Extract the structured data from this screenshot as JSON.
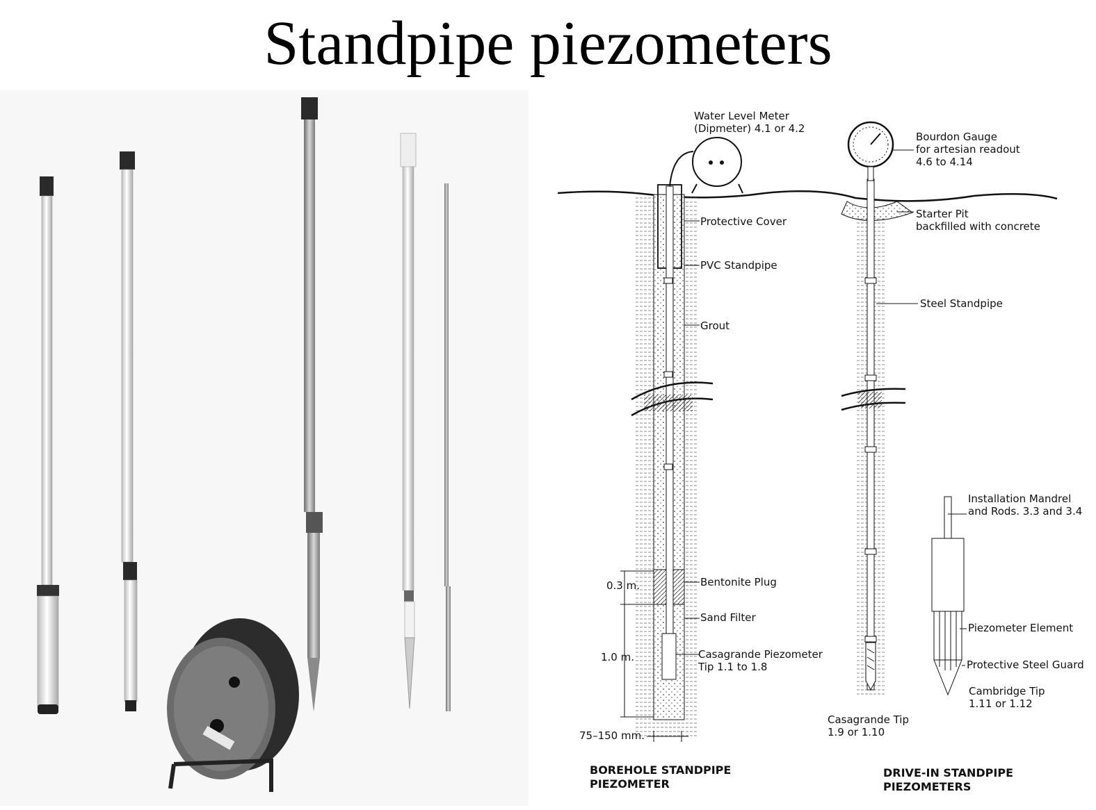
{
  "title": "Standpipe piezometers",
  "borehole": {
    "labels": {
      "water_meter_1": "Water Level Meter",
      "water_meter_2": "(Dipmeter) 4.1 or 4.2",
      "protective_cover": "Protective Cover",
      "pvc_standpipe": "PVC Standpipe",
      "grout": "Grout",
      "bentonite_plug": "Bentonite Plug",
      "sand_filter": "Sand Filter",
      "casagrande_1": "Casagrande Piezometer",
      "casagrande_2": "Tip 1.1 to 1.8",
      "dim_plug": "0.3 m.",
      "dim_filter": "1.0 m.",
      "dim_diameter": "75–150 mm."
    },
    "caption_1": "BOREHOLE STANDPIPE",
    "caption_2": "PIEZOMETER"
  },
  "drivein": {
    "labels": {
      "gauge_1": "Bourdon Gauge",
      "gauge_2": "for artesian readout",
      "gauge_3": "4.6 to 4.14",
      "starter_1": "Starter Pit",
      "starter_2": "backfilled with concrete",
      "steel_standpipe": "Steel Standpipe",
      "mandrel_1": "Installation Mandrel",
      "mandrel_2": "and Rods. 3.3 and 3.4",
      "element": "Piezometer Element",
      "guard": "Protective Steel Guard",
      "cambridge_1": "Cambridge Tip",
      "cambridge_2": "1.11 or 1.12",
      "casagrande_tip_1": "Casagrande Tip",
      "casagrande_tip_2": "1.9 or 1.10"
    },
    "caption_1": "DRIVE-IN STANDPIPE",
    "caption_2": "PIEZOMETERS"
  }
}
